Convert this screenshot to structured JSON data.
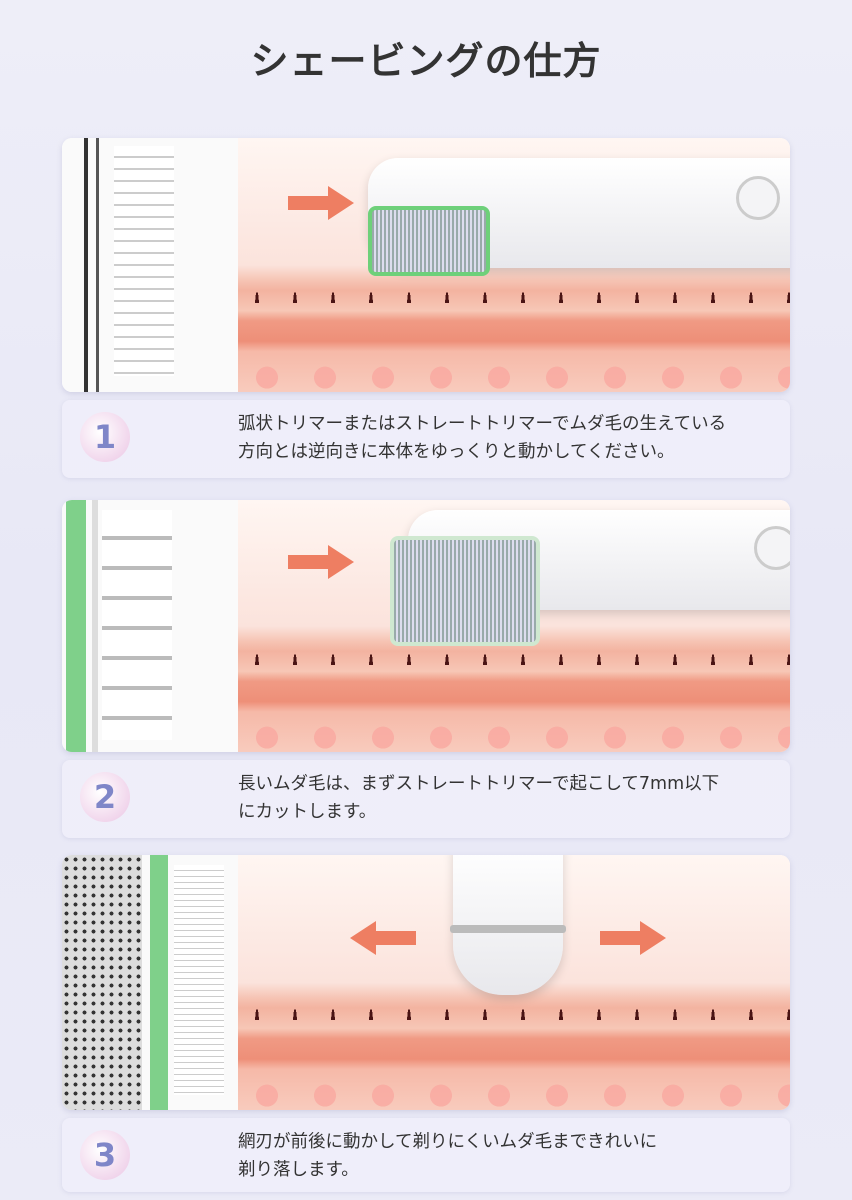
{
  "title": "シェービングの仕方",
  "steps": [
    {
      "number": "1",
      "text_line1": "弧状トリマーまたはストレートトリマーでムダ毛の生えている",
      "text_line2": "方向とは逆向きに本体をゆっくりと動かしてください。"
    },
    {
      "number": "2",
      "text_line1": "長いムダ毛は、まずストレートトリマーで起こして7mm以下",
      "text_line2": "にカットします。"
    },
    {
      "number": "3",
      "text_line1": "網刃が前後に動かして剃りにくいムダ毛まできれいに",
      "text_line2": "剃り落します。"
    }
  ],
  "colors": {
    "arrow": "#ee7e62",
    "accent_green": "#6ed07a",
    "number": "#7f86c8"
  }
}
